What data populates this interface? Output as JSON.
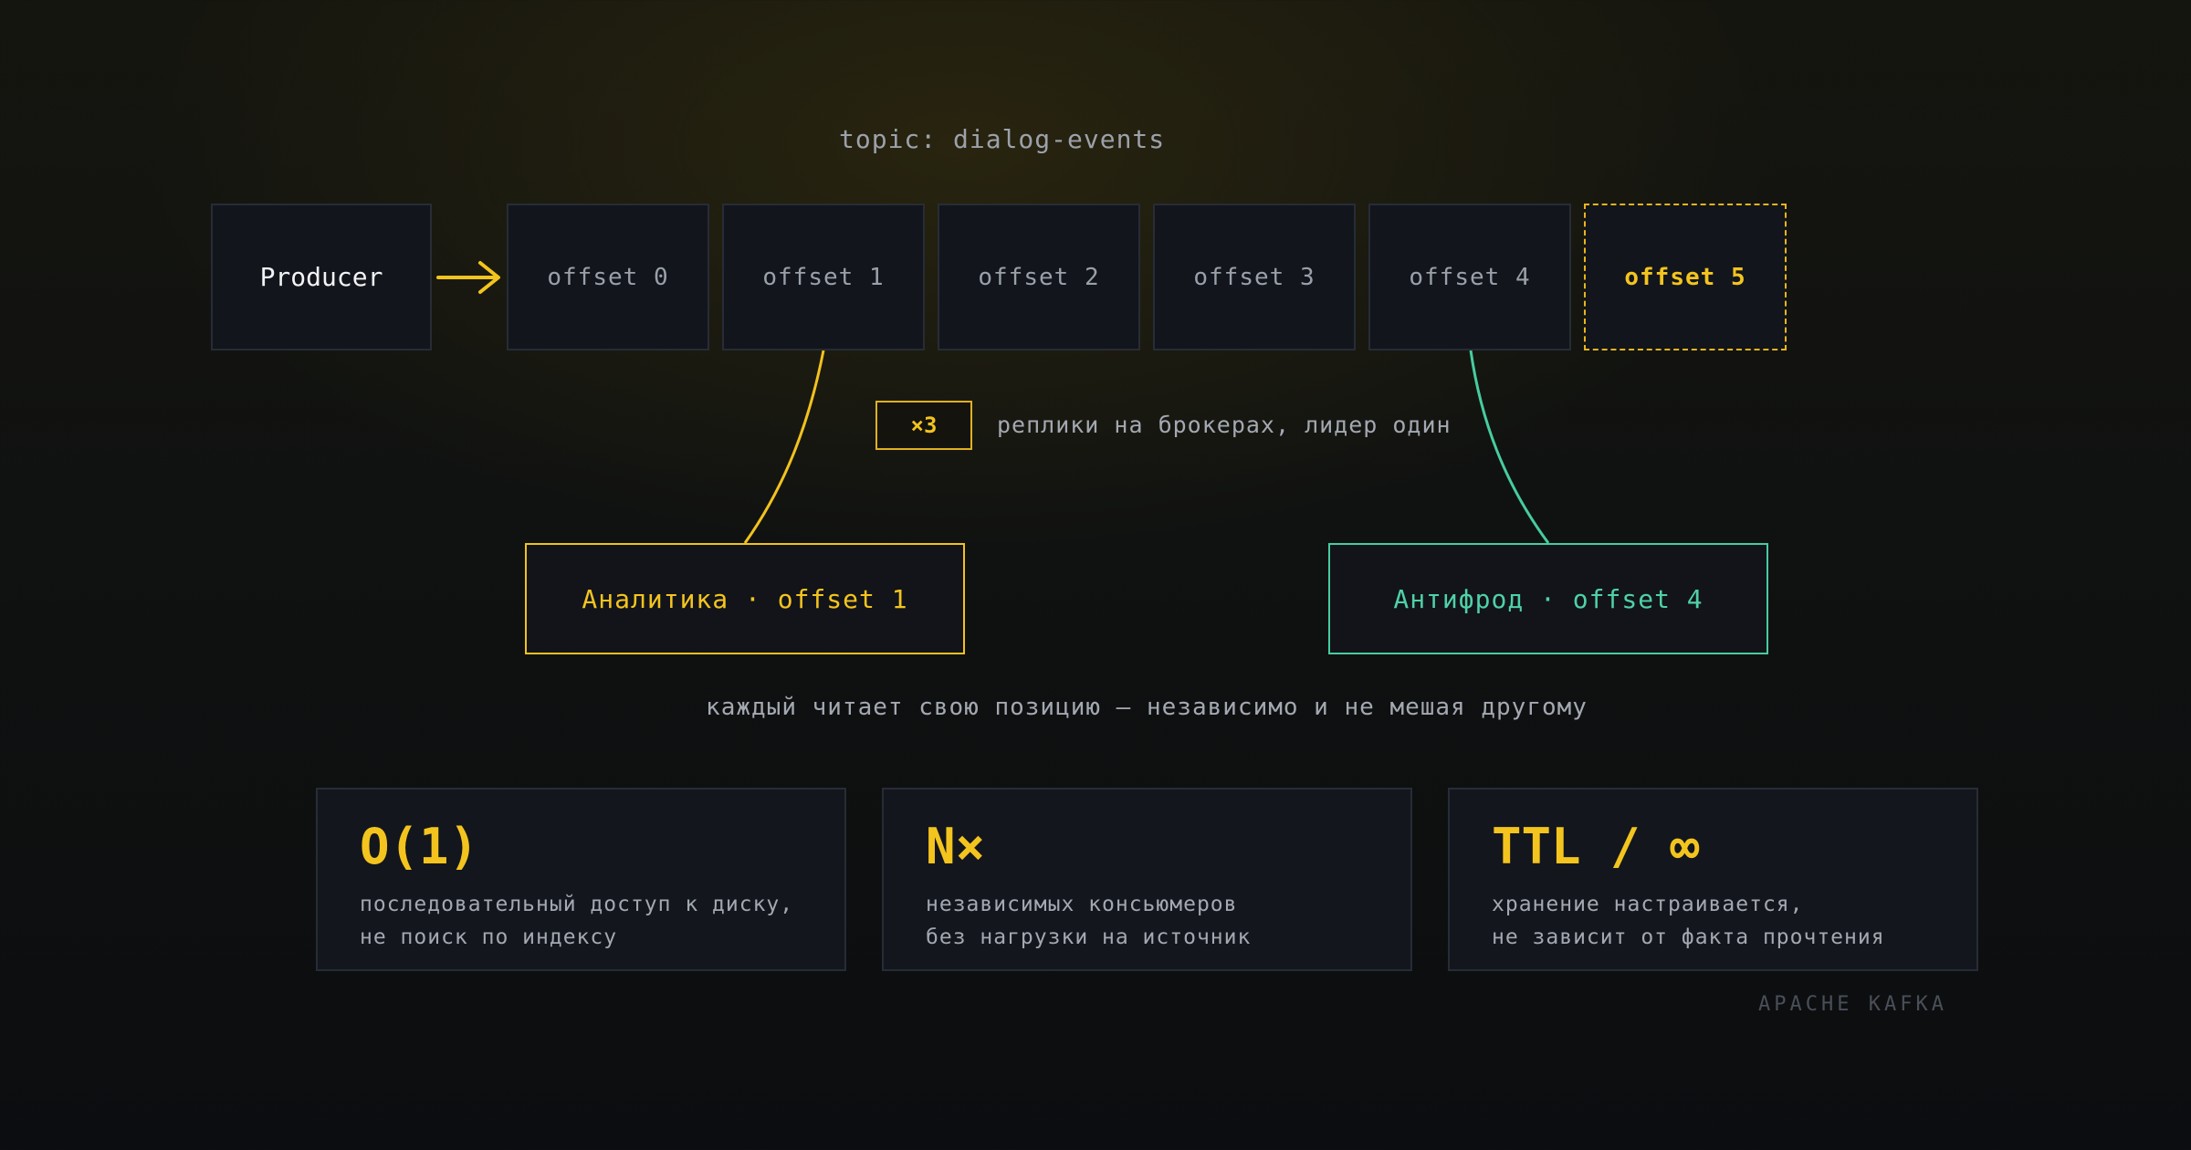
{
  "topic": "topic: dialog-events",
  "producer": {
    "label": "Producer"
  },
  "offsets": [
    {
      "label": "offset 0"
    },
    {
      "label": "offset 1"
    },
    {
      "label": "offset 2"
    },
    {
      "label": "offset 3"
    },
    {
      "label": "offset 4"
    },
    {
      "label": "offset 5"
    }
  ],
  "replication": {
    "badge": "×3",
    "text": "реплики на брокерах, лидер один"
  },
  "consumers": [
    {
      "label": "Аналитика · offset 1",
      "color": "#f2c21e"
    },
    {
      "label": "Антифрод · offset 4",
      "color": "#47cca0"
    }
  ],
  "caption": "каждый читает свою позицию — независимо и не мешая другому",
  "cards": [
    {
      "value": "O(1)",
      "desc": "последовательный доступ к диску,\nне поиск по индексу"
    },
    {
      "value": "N×",
      "desc": "независимых консьюмеров\nбез нагрузки на источник"
    },
    {
      "value": "TTL / ∞",
      "desc": "хранение настраивается,\nне зависит от факта прочтения"
    }
  ],
  "brand": "APACHE KAFKA",
  "colors": {
    "accent": "#f4c41e",
    "secondary": "#4fd1a6",
    "text": "#a3a8b1"
  },
  "icons": {
    "arrow": "arrow-right-icon"
  }
}
